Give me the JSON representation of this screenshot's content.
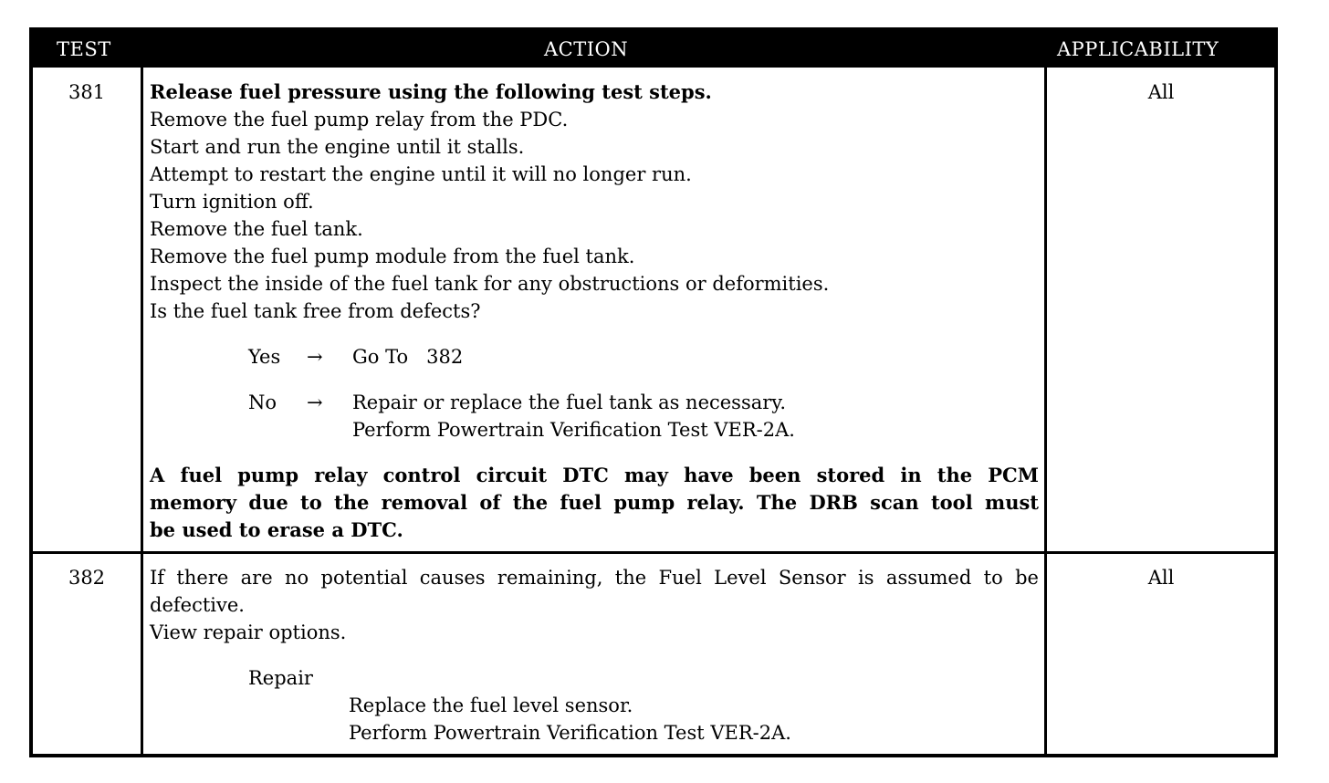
{
  "headers": {
    "test": "TEST",
    "action": "ACTION",
    "applicability": "APPLICABILITY"
  },
  "rows": [
    {
      "test": "381",
      "applicability": "All",
      "title": "Release fuel pressure using the following test steps.",
      "steps": [
        "Remove the fuel pump relay from the PDC.",
        "Start and run the engine until it stalls.",
        "Attempt to restart the engine until it will no longer run.",
        "Turn ignition off.",
        "Remove the fuel tank.",
        "Remove the fuel pump module from the fuel tank.",
        "Inspect the inside of the fuel tank for any obstructions or deformities.",
        "Is the fuel tank free from defects?"
      ],
      "yes": {
        "label": "Yes",
        "arrow": "→",
        "text": "Go To   382"
      },
      "no": {
        "label": "No",
        "arrow": "→",
        "lines": [
          "Repair or replace the fuel tank as necessary.",
          "Perform Powertrain Verification Test VER-2A."
        ]
      },
      "note": [
        "A fuel pump relay control circuit DTC may have been stored in the PCM",
        "memory due to the removal of the fuel pump relay. The DRB scan tool must",
        "be used to erase a DTC."
      ]
    },
    {
      "test": "382",
      "applicability": "All",
      "lines": [
        "If there are no potential causes remaining, the Fuel Level Sensor is assumed to be",
        "defective.",
        "View repair options."
      ],
      "repair_label": "Repair",
      "repair_lines": [
        "Replace the fuel level sensor.",
        "Perform Powertrain Verification Test VER-2A."
      ]
    }
  ]
}
